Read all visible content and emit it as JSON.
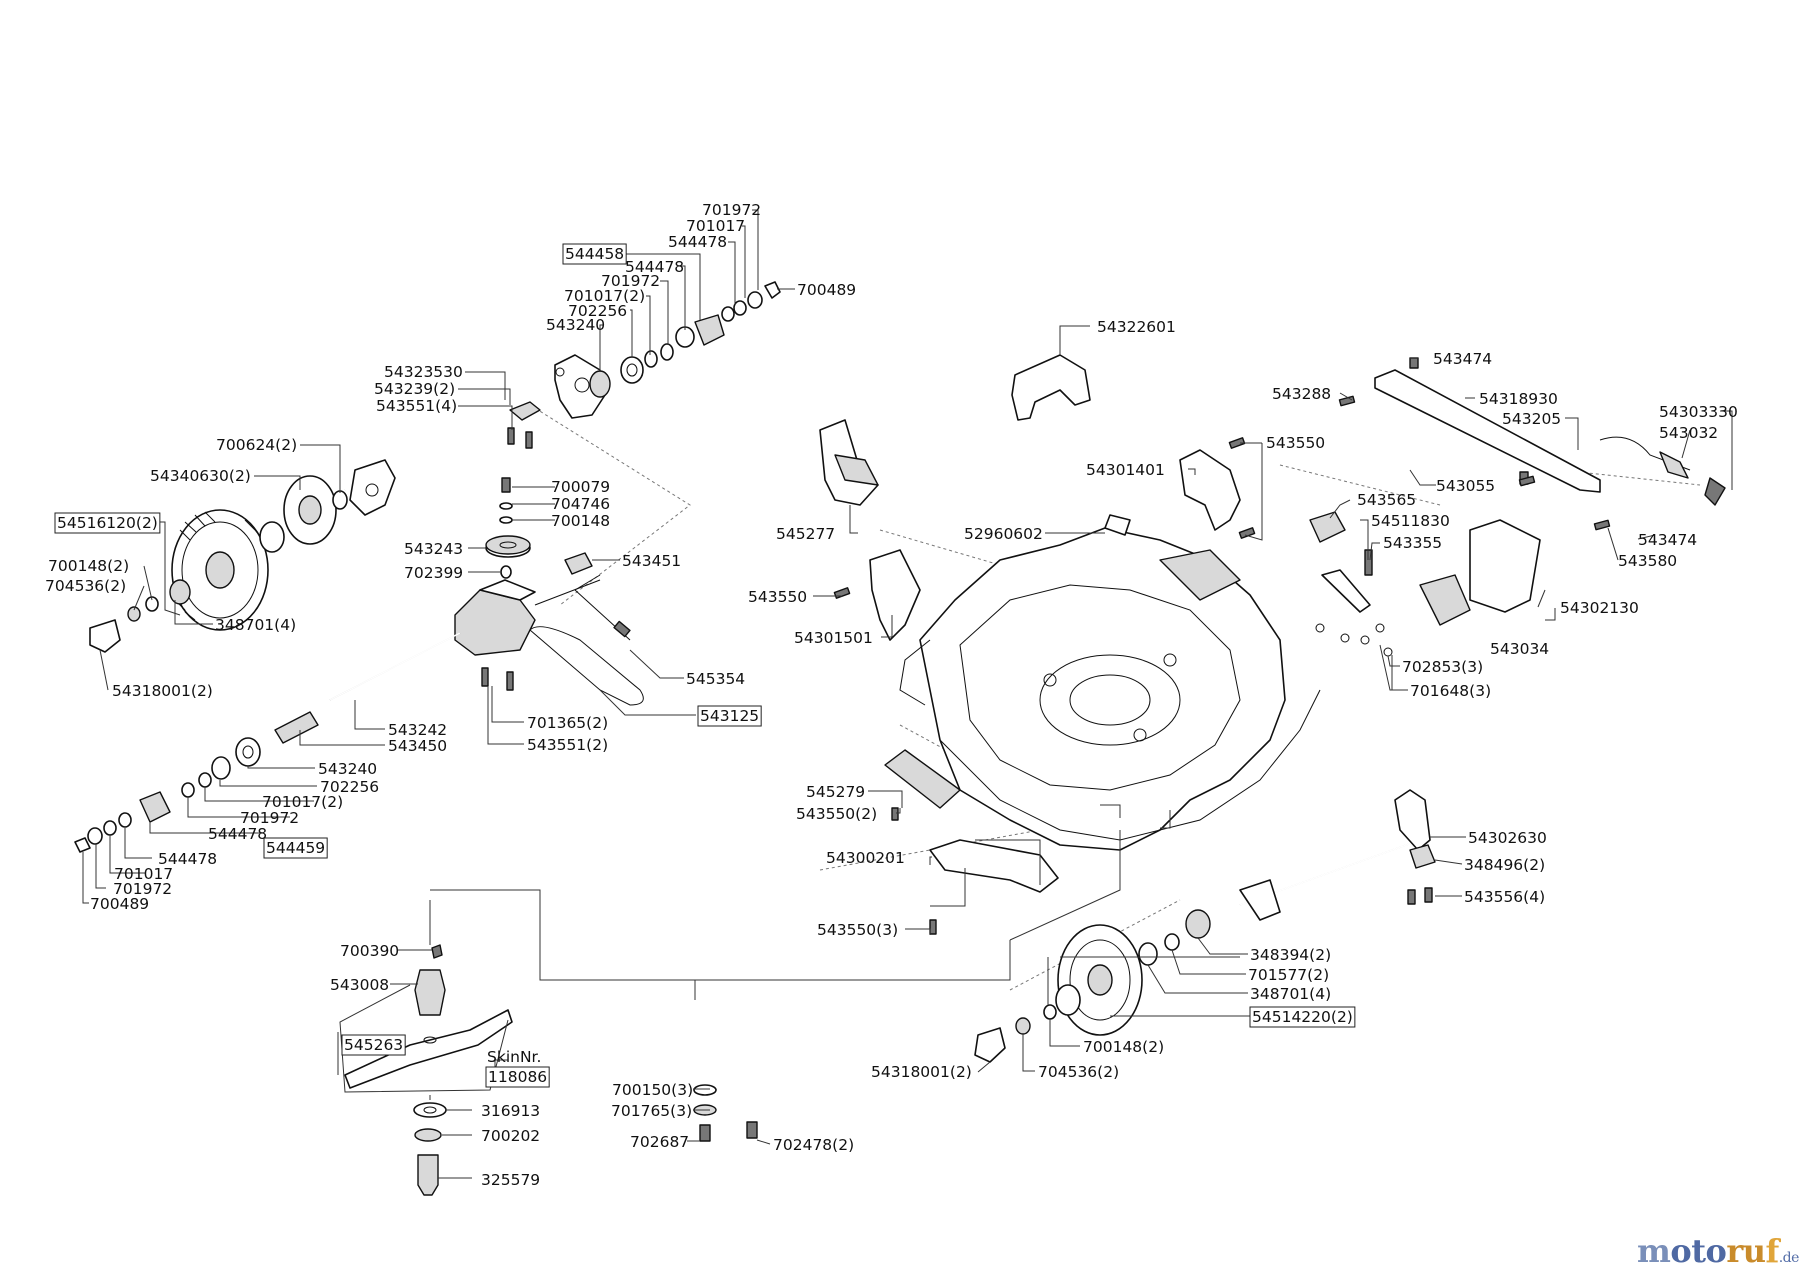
{
  "brand": {
    "parts": [
      {
        "text": "m",
        "color": "#7a8fb9"
      },
      {
        "text": "o",
        "color": "#4f69a3"
      },
      {
        "text": "to",
        "color": "#4f69a3"
      },
      {
        "text": "ru",
        "color": "#c98b2b"
      },
      {
        "text": "f",
        "color": "#e0a53a"
      },
      {
        "text": ".de",
        "color": "#546ea8"
      }
    ]
  },
  "labels": [
    {
      "id": "p701972a",
      "text": "701972"
    },
    {
      "id": "p701017a",
      "text": "701017"
    },
    {
      "id": "p544478a",
      "text": "544478"
    },
    {
      "id": "p544458",
      "text": "544458",
      "boxed": true
    },
    {
      "id": "p544478b",
      "text": "544478"
    },
    {
      "id": "p701972b",
      "text": "701972"
    },
    {
      "id": "p701017b",
      "text": "701017(2)"
    },
    {
      "id": "p702256a",
      "text": "702256"
    },
    {
      "id": "p543240a",
      "text": "543240"
    },
    {
      "id": "p700489a",
      "text": "700489"
    },
    {
      "id": "p54323530",
      "text": "54323530"
    },
    {
      "id": "p543239",
      "text": "543239(2)"
    },
    {
      "id": "p543551a",
      "text": "543551(4)"
    },
    {
      "id": "p700624",
      "text": "700624(2)"
    },
    {
      "id": "p54340630",
      "text": "54340630(2)"
    },
    {
      "id": "p54516120",
      "text": "54516120(2)",
      "boxed": true
    },
    {
      "id": "p700148a",
      "text": "700148(2)"
    },
    {
      "id": "p704536a",
      "text": "704536(2)"
    },
    {
      "id": "p348701a",
      "text": "348701(4)"
    },
    {
      "id": "p54318001a",
      "text": "54318001(2)"
    },
    {
      "id": "p700079",
      "text": "700079"
    },
    {
      "id": "p704746",
      "text": "704746"
    },
    {
      "id": "p700148b",
      "text": "700148"
    },
    {
      "id": "p543243",
      "text": "543243"
    },
    {
      "id": "p702399",
      "text": "702399"
    },
    {
      "id": "p543451",
      "text": "543451"
    },
    {
      "id": "p545354",
      "text": "545354"
    },
    {
      "id": "p543125",
      "text": "543125",
      "boxed": true
    },
    {
      "id": "p701365",
      "text": "701365(2)"
    },
    {
      "id": "p543551b",
      "text": "543551(2)"
    },
    {
      "id": "p543242",
      "text": "543242"
    },
    {
      "id": "p543450",
      "text": "543450"
    },
    {
      "id": "p543240b",
      "text": "543240"
    },
    {
      "id": "p702256b",
      "text": "702256"
    },
    {
      "id": "p701017c",
      "text": "701017(2)"
    },
    {
      "id": "p701972c",
      "text": "701972"
    },
    {
      "id": "p544478c",
      "text": "544478"
    },
    {
      "id": "p544459",
      "text": "544459",
      "boxed": true
    },
    {
      "id": "p544478d",
      "text": "544478"
    },
    {
      "id": "p701017d",
      "text": "701017"
    },
    {
      "id": "p701972d",
      "text": "701972"
    },
    {
      "id": "p700489b",
      "text": "700489"
    },
    {
      "id": "p54322601",
      "text": "54322601"
    },
    {
      "id": "p545277",
      "text": "545277"
    },
    {
      "id": "p543550a",
      "text": "543550"
    },
    {
      "id": "p54301501",
      "text": "54301501"
    },
    {
      "id": "p54301401",
      "text": "54301401"
    },
    {
      "id": "p543550b",
      "text": "543550"
    },
    {
      "id": "p52960602",
      "text": "52960602"
    },
    {
      "id": "p543474a",
      "text": "543474"
    },
    {
      "id": "p543288",
      "text": "543288"
    },
    {
      "id": "p54318930",
      "text": "54318930"
    },
    {
      "id": "p543205",
      "text": "543205"
    },
    {
      "id": "p54303330",
      "text": "54303330"
    },
    {
      "id": "p543032",
      "text": "543032"
    },
    {
      "id": "p543055",
      "text": "543055"
    },
    {
      "id": "p543565",
      "text": "543565"
    },
    {
      "id": "p54511830",
      "text": "54511830"
    },
    {
      "id": "p543355",
      "text": "543355"
    },
    {
      "id": "p543474b",
      "text": "543474"
    },
    {
      "id": "p543580",
      "text": "543580"
    },
    {
      "id": "p54302130",
      "text": "54302130"
    },
    {
      "id": "p543034",
      "text": "543034"
    },
    {
      "id": "p702853",
      "text": "702853(3)"
    },
    {
      "id": "p701648",
      "text": "701648(3)"
    },
    {
      "id": "p545279",
      "text": "545279"
    },
    {
      "id": "p543550c",
      "text": "543550(2)"
    },
    {
      "id": "p54300201",
      "text": "54300201"
    },
    {
      "id": "p543550d",
      "text": "543550(3)"
    },
    {
      "id": "p54302630",
      "text": "54302630"
    },
    {
      "id": "p348496",
      "text": "348496(2)"
    },
    {
      "id": "p543556",
      "text": "543556(4)"
    },
    {
      "id": "p348394",
      "text": "348394(2)"
    },
    {
      "id": "p701577",
      "text": "701577(2)"
    },
    {
      "id": "p348701b",
      "text": "348701(4)"
    },
    {
      "id": "p54514220",
      "text": "54514220(2)",
      "boxed": true
    },
    {
      "id": "p700148c",
      "text": "700148(2)"
    },
    {
      "id": "p54318001b",
      "text": "54318001(2)"
    },
    {
      "id": "p704536b",
      "text": "704536(2)"
    },
    {
      "id": "p700390",
      "text": "700390"
    },
    {
      "id": "p543008",
      "text": "543008"
    },
    {
      "id": "p545263",
      "text": "545263",
      "boxed": true
    },
    {
      "id": "pSkinNr",
      "text": "SkinNr."
    },
    {
      "id": "p118086",
      "text": "118086",
      "boxed": true
    },
    {
      "id": "p316913",
      "text": "316913"
    },
    {
      "id": "p700202",
      "text": "700202"
    },
    {
      "id": "p325579",
      "text": "325579"
    },
    {
      "id": "p700150",
      "text": "700150(3)"
    },
    {
      "id": "p701765",
      "text": "701765(3)"
    },
    {
      "id": "p702687",
      "text": "702687"
    },
    {
      "id": "p702478",
      "text": "702478(2)"
    }
  ]
}
